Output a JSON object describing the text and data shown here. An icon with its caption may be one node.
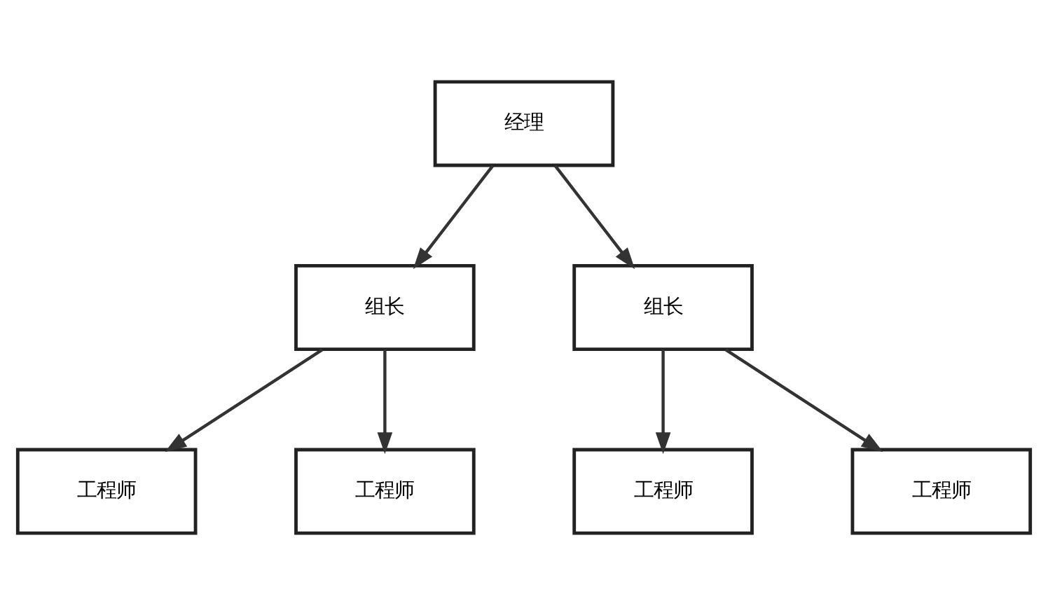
{
  "diagram": {
    "nodes": [
      {
        "text": [
          "经理"
        ]
      },
      {
        "text": [
          "组长"
        ]
      },
      {
        "text": [
          "组长"
        ]
      },
      {
        "text": [
          "工程师"
        ]
      },
      {
        "text": [
          "工程师"
        ]
      },
      {
        "text": [
          "工程师"
        ]
      },
      {
        "text": [
          "工程师"
        ]
      }
    ],
    "edges": [
      {
        "from": 0,
        "to": 1,
        "arrow": "to"
      },
      {
        "from": 0,
        "to": 2,
        "arrow": "to"
      },
      {
        "from": 1,
        "to": 3,
        "arrow": "to"
      },
      {
        "from": 1,
        "to": 4,
        "arrow": "to"
      },
      {
        "from": 2,
        "to": 5,
        "arrow": "to"
      },
      {
        "from": 2,
        "to": 6,
        "arrow": "to"
      }
    ]
  }
}
